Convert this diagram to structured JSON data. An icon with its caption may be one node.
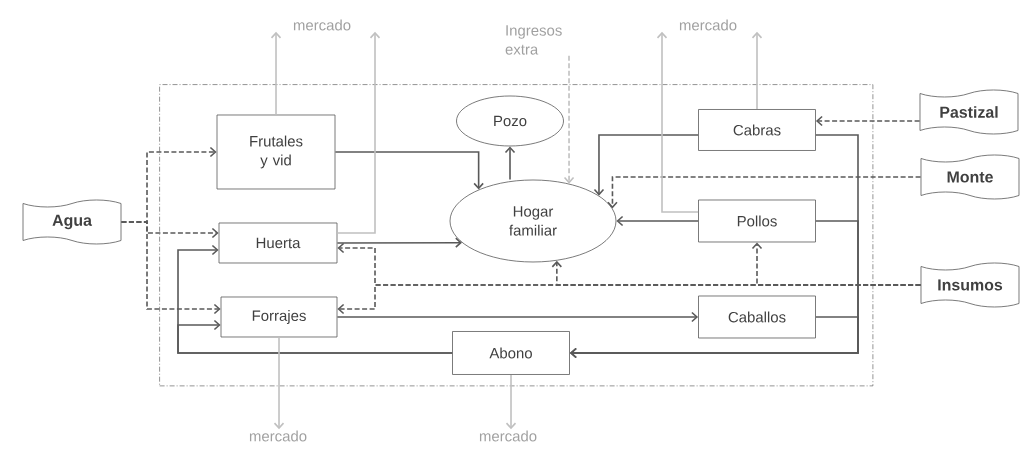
{
  "diagram": {
    "nodes": [
      {
        "text": [],
        "shape": "box"
      },
      {
        "text": [
          "Frutales y vid"
        ],
        "in": 0
      },
      {
        "text": [
          "Pozo"
        ],
        "in": 0
      },
      {
        "text": [
          "Hogar familiar"
        ],
        "in": 0
      },
      {
        "text": [
          "Huerta"
        ],
        "in": 0
      },
      {
        "text": [
          "Forrajes"
        ],
        "in": 0
      },
      {
        "text": [
          "Abono"
        ],
        "in": 0
      },
      {
        "text": [
          "Cabras"
        ],
        "in": 0
      },
      {
        "text": [
          "Pollos"
        ],
        "in": 0
      },
      {
        "text": [
          "Caballos"
        ],
        "in": 0
      },
      {
        "text": [
          "Agua"
        ]
      },
      {
        "text": [
          "Pastizal"
        ]
      },
      {
        "text": [
          "Monte"
        ]
      },
      {
        "text": [
          "Insumos"
        ]
      },
      {
        "text": [
          "mercado"
        ]
      },
      {
        "text": [
          "Ingresos extra"
        ]
      },
      {
        "text": [
          "mercado"
        ]
      },
      {
        "text": [
          "mercado"
        ]
      },
      {
        "text": [
          "mercado"
        ]
      }
    ],
    "edges": [
      {
        "from": 10,
        "to": 1,
        "arrow": "to",
        "style": "dashed"
      },
      {
        "from": 10,
        "to": 4,
        "arrow": "to",
        "style": "dashed"
      },
      {
        "from": 10,
        "to": 5,
        "arrow": "to",
        "style": "dashed"
      },
      {
        "from": 11,
        "to": 7,
        "arrow": "to",
        "style": "dashed"
      },
      {
        "from": 12,
        "to": 3,
        "arrow": "to",
        "style": "dashed"
      },
      {
        "from": 13,
        "to": 4,
        "arrow": "to",
        "style": "dashed"
      },
      {
        "from": 13,
        "to": 5,
        "arrow": "to",
        "style": "dashed"
      },
      {
        "from": 13,
        "to": 3,
        "arrow": "to",
        "style": "dashed"
      },
      {
        "from": 13,
        "to": 8,
        "arrow": "to",
        "style": "dashed"
      },
      {
        "from": 1,
        "to": 3,
        "arrow": "to"
      },
      {
        "from": 4,
        "to": 3,
        "arrow": "to"
      },
      {
        "from": 7,
        "to": 3,
        "arrow": "to"
      },
      {
        "from": 8,
        "to": 3,
        "arrow": "to"
      },
      {
        "from": 3,
        "to": 2,
        "arrow": "to"
      },
      {
        "from": 5,
        "to": 9,
        "arrow": "to"
      },
      {
        "from": 7,
        "to": 6,
        "arrow": "to"
      },
      {
        "from": 8,
        "to": 6,
        "arrow": "to"
      },
      {
        "from": 9,
        "to": 6,
        "arrow": "to"
      },
      {
        "from": 6,
        "to": 4,
        "arrow": "to"
      },
      {
        "from": 6,
        "to": 5,
        "arrow": "to"
      },
      {
        "from": 1,
        "to": 14,
        "arrow": "to",
        "color": "#c0c0c0"
      },
      {
        "from": 4,
        "to": 14,
        "arrow": "to",
        "color": "#c0c0c0"
      },
      {
        "from": 7,
        "to": 16,
        "arrow": "to",
        "color": "#c0c0c0"
      },
      {
        "from": 8,
        "to": 16,
        "arrow": "to",
        "color": "#c0c0c0"
      },
      {
        "from": 15,
        "to": 3,
        "arrow": "to",
        "style": "dashed",
        "color": "#c0c0c0"
      },
      {
        "from": 5,
        "to": 17,
        "arrow": "to",
        "color": "#c0c0c0"
      },
      {
        "from": 6,
        "to": 18,
        "arrow": "to",
        "color": "#c0c0c0"
      }
    ]
  }
}
